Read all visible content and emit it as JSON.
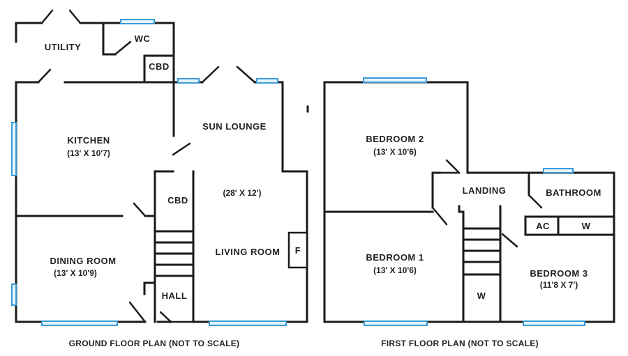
{
  "ground_floor": {
    "caption": "GROUND FLOOR PLAN (NOT TO SCALE)",
    "rooms": {
      "utility": "UTILITY",
      "wc": "WC",
      "cbd_upper": "CBD",
      "kitchen": "KITCHEN",
      "kitchen_dim": "(13' X 10'7)",
      "sun_lounge": "SUN LOUNGE",
      "cbd_stairs": "CBD",
      "living_dim": "(28' X 12')",
      "living_room": "LIVING ROOM",
      "fireplace": "F",
      "dining_room": "DINING ROOM",
      "dining_dim": "(13' X 10'9)",
      "hall": "HALL"
    }
  },
  "first_floor": {
    "caption": "FIRST FLOOR PLAN (NOT TO SCALE)",
    "rooms": {
      "bedroom2": "BEDROOM 2",
      "bedroom2_dim": "(13' X 10'6)",
      "landing": "LANDING",
      "bathroom": "BATHROOM",
      "ac": "AC",
      "wardrobe": "W",
      "bedroom1": "BEDROOM 1",
      "bedroom1_dim": "(13' X 10'6)",
      "bedroom3": "BEDROOM 3",
      "bedroom3_dim": "(11'8 X 7')",
      "wardrobe_stairs": "W"
    }
  },
  "colors": {
    "wall": "#1a1a1a",
    "window": "#3a9bd5",
    "text": "#222222"
  }
}
